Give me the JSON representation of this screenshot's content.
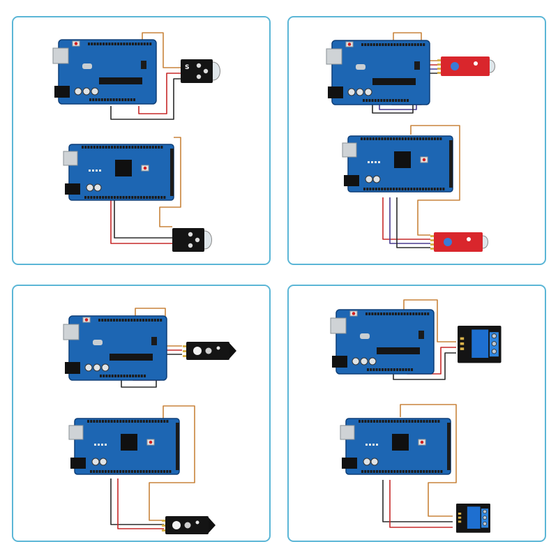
{
  "colors": {
    "panel_border": "#5bb6d6",
    "board_blue": "#1d66b3",
    "board_edge": "#0e3f78",
    "wire_orange": "#c8843b",
    "wire_red": "#c62828",
    "wire_black": "#2a2a2a",
    "wire_purple": "#4a3b8f",
    "module_black": "#141414",
    "module_red": "#d9262c",
    "relay_blue": "#1e6fd0"
  },
  "panels": [
    {
      "id": "top-left",
      "module": "black-sensor-module",
      "module_label": "S"
    },
    {
      "id": "top-right",
      "module": "red-sensor-module",
      "module_label": ""
    },
    {
      "id": "bottom-left",
      "module": "obstacle-avoidance-module",
      "module_label": ""
    },
    {
      "id": "bottom-right",
      "module": "relay-module",
      "module_label": ""
    }
  ]
}
